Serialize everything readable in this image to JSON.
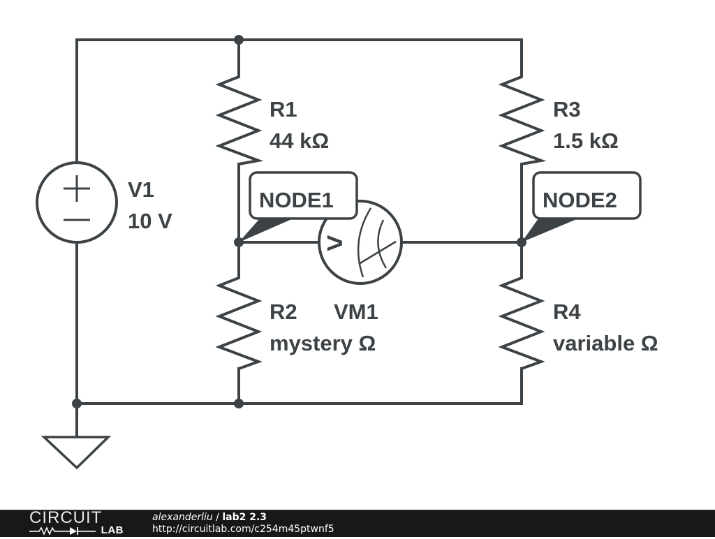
{
  "schematic": {
    "components": {
      "V1": {
        "name": "V1",
        "value": "10 V",
        "type": "dc-voltage-source",
        "plus": "+",
        "minus": "−"
      },
      "R1": {
        "name": "R1",
        "value": "44 kΩ",
        "type": "resistor"
      },
      "R2": {
        "name": "R2",
        "value": "mystery Ω",
        "type": "resistor"
      },
      "R3": {
        "name": "R3",
        "value": "1.5 kΩ",
        "type": "resistor"
      },
      "R4": {
        "name": "R4",
        "value": "variable Ω",
        "type": "resistor"
      },
      "VM1": {
        "name": "VM1",
        "type": "voltmeter",
        "glyph": ">"
      }
    },
    "node_labels": {
      "node1": "NODE1",
      "node2": "NODE2"
    },
    "colors": {
      "ink": "#3c4245",
      "background": "#ffffff"
    }
  },
  "footer": {
    "logo_top": "CIRCUIT",
    "logo_bottom": "LAB",
    "author": "alexanderliu",
    "separator": " / ",
    "circuit_title": "lab2 2.3",
    "url": "http://circuitlab.com/c254m45ptwnf5",
    "colors": {
      "background": "#181818",
      "text": "#ffffff"
    }
  }
}
